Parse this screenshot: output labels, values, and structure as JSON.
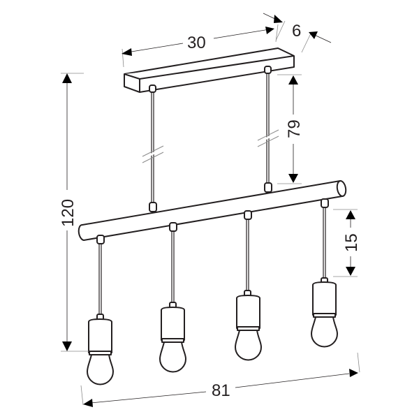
{
  "diagram": {
    "title": "Pendant lamp dimension drawing",
    "units": "cm",
    "components": {
      "canopy": "ceiling canopy (rectangular box)",
      "suspension_cables": 2,
      "bar": "horizontal tube bar",
      "pendants": 4,
      "bulbs": 4
    },
    "dimensions": {
      "canopy_length": "30",
      "canopy_depth": "6",
      "suspension_length": "79",
      "total_height": "120",
      "pendant_drop": "15",
      "total_width": "81"
    },
    "colors": {
      "line": "#231f20",
      "extension_line": "#8a8a8a",
      "background": "#ffffff"
    }
  }
}
